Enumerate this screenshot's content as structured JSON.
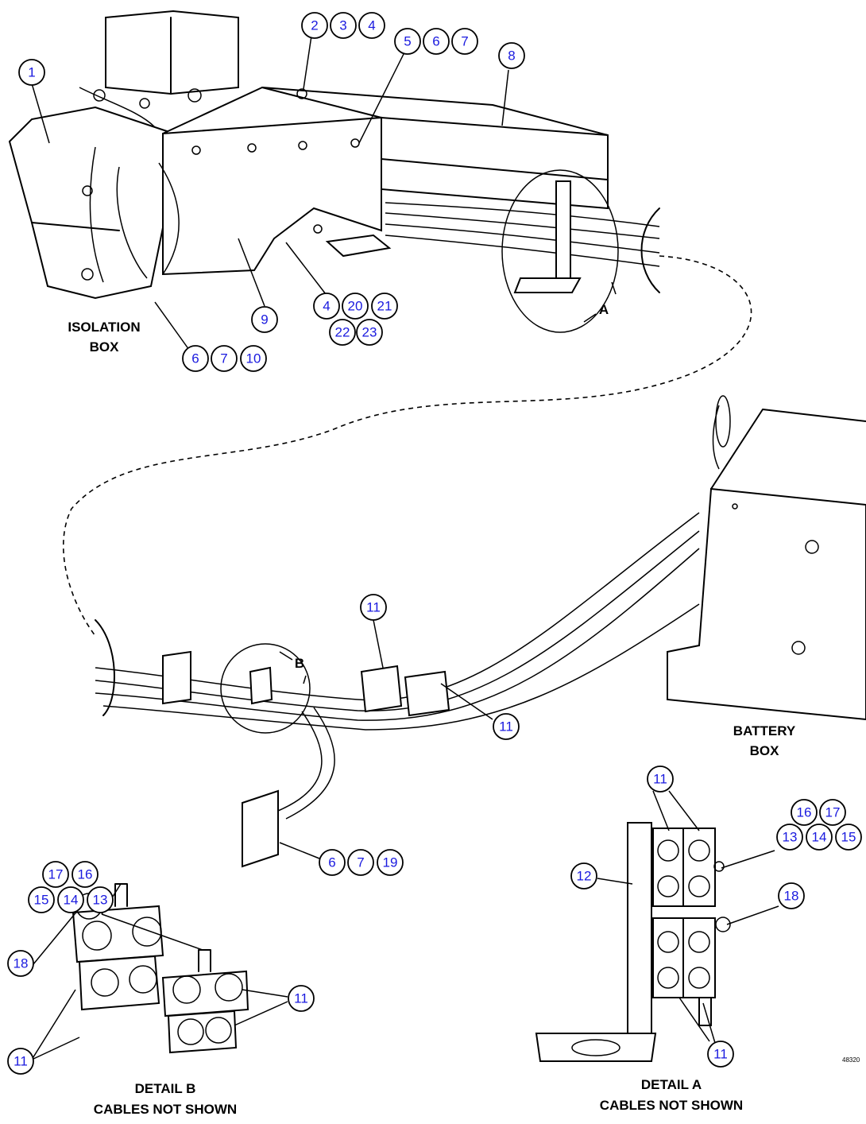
{
  "labels": {
    "isolation_box": [
      "ISOLATION",
      "BOX"
    ],
    "battery_box": [
      "BATTERY",
      "BOX"
    ],
    "detail_a": [
      "DETAIL A",
      "CABLES NOT SHOWN"
    ],
    "detail_b": [
      "DETAIL B",
      "CABLES NOT SHOWN"
    ],
    "view_a": "A",
    "view_b": "B",
    "drawing_ref": "48320"
  },
  "callouts": {
    "c1": "1",
    "c2": "2",
    "c3": "3",
    "c4a": "4",
    "c5": "5",
    "c6a": "6",
    "c7a": "7",
    "c8": "8",
    "c9": "9",
    "c4b": "4",
    "c20": "20",
    "c21": "21",
    "c22": "22",
    "c23": "23",
    "c6b": "6",
    "c7b": "7",
    "c10": "10",
    "c11a": "11",
    "c11b": "11",
    "c6c": "6",
    "c7c": "7",
    "c19": "19",
    "c11c": "11",
    "c16a": "16",
    "c17a": "17",
    "c13a": "13",
    "c14a": "14",
    "c15a": "15",
    "c12": "12",
    "c18a": "18",
    "c11d": "11",
    "c17b": "17",
    "c16b": "16",
    "c15b": "15",
    "c14b": "14",
    "c13b": "13",
    "c18b": "18",
    "c11e": "11",
    "c11f": "11"
  },
  "colors": {
    "callout_text": "#1a1adf",
    "line": "#000000",
    "background": "#ffffff"
  }
}
